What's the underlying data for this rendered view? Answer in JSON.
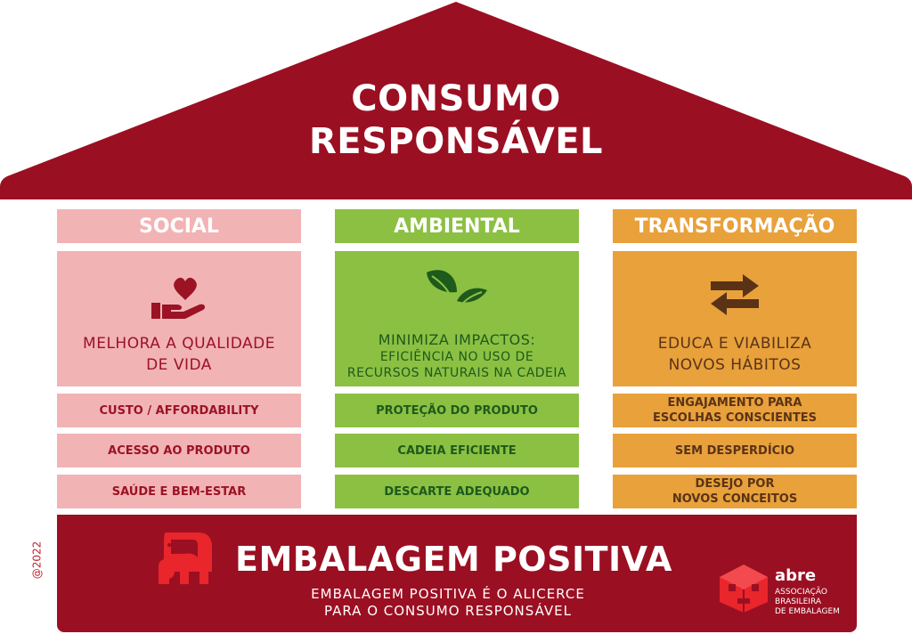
{
  "roof": {
    "title_line1": "CONSUMO",
    "title_line2": "RESPONSÁVEL",
    "color": "#9b0f22"
  },
  "columns": [
    {
      "head": "SOCIAL",
      "icon": "hand-heart-icon",
      "panel_line1": "MELHORA A QUALIDADE",
      "panel_line2": "DE VIDA",
      "items": [
        "CUSTO / AFFORDABILITY",
        "ACESSO AO PRODUTO",
        "SAÚDE E BEM-ESTAR"
      ],
      "color": "#f2b3b5"
    },
    {
      "head": "AMBIENTAL",
      "icon": "leaves-icon",
      "panel_line1": "MINIMIZA IMPACTOS:",
      "panel_line2": "EFICIÊNCIA NO USO DE",
      "panel_line3": "RECURSOS NATURAIS NA CADEIA",
      "items": [
        "PROTEÇÃO DO PRODUTO",
        "CADEIA EFICIENTE",
        "DESCARTE ADEQUADO"
      ],
      "color": "#8cc043"
    },
    {
      "head": "TRANSFORMAÇÃO",
      "icon": "exchange-arrows-icon",
      "panel_line1": "EDUCA E VIABILIZA",
      "panel_line2": "NOVOS HÁBITOS",
      "items": [
        {
          "line1": "ENGAJAMENTO PARA",
          "line2": "ESCOLHAS CONSCIENTES"
        },
        {
          "line1": "SEM DESPERDÍCIO",
          "line2": ""
        },
        {
          "line1": "DESEJO POR",
          "line2": "NOVOS CONCEITOS"
        }
      ],
      "color": "#e8a13b"
    }
  ],
  "foundation": {
    "icon": "elephant-icon",
    "title": "EMBALAGEM POSITIVA",
    "subtitle_line1": "EMBALAGEM POSITIVA É O ALICERCE",
    "subtitle_line2": "PARA O  CONSUMO RESPONSÁVEL",
    "color": "#9b0f22"
  },
  "logo": {
    "icon": "abre-cube-logo-icon",
    "name": "abre",
    "line1": "ASSOCIAÇÃO",
    "line2": "BRASILEIRA",
    "line3": "DE EMBALAGEM"
  },
  "copyright": "@2022"
}
